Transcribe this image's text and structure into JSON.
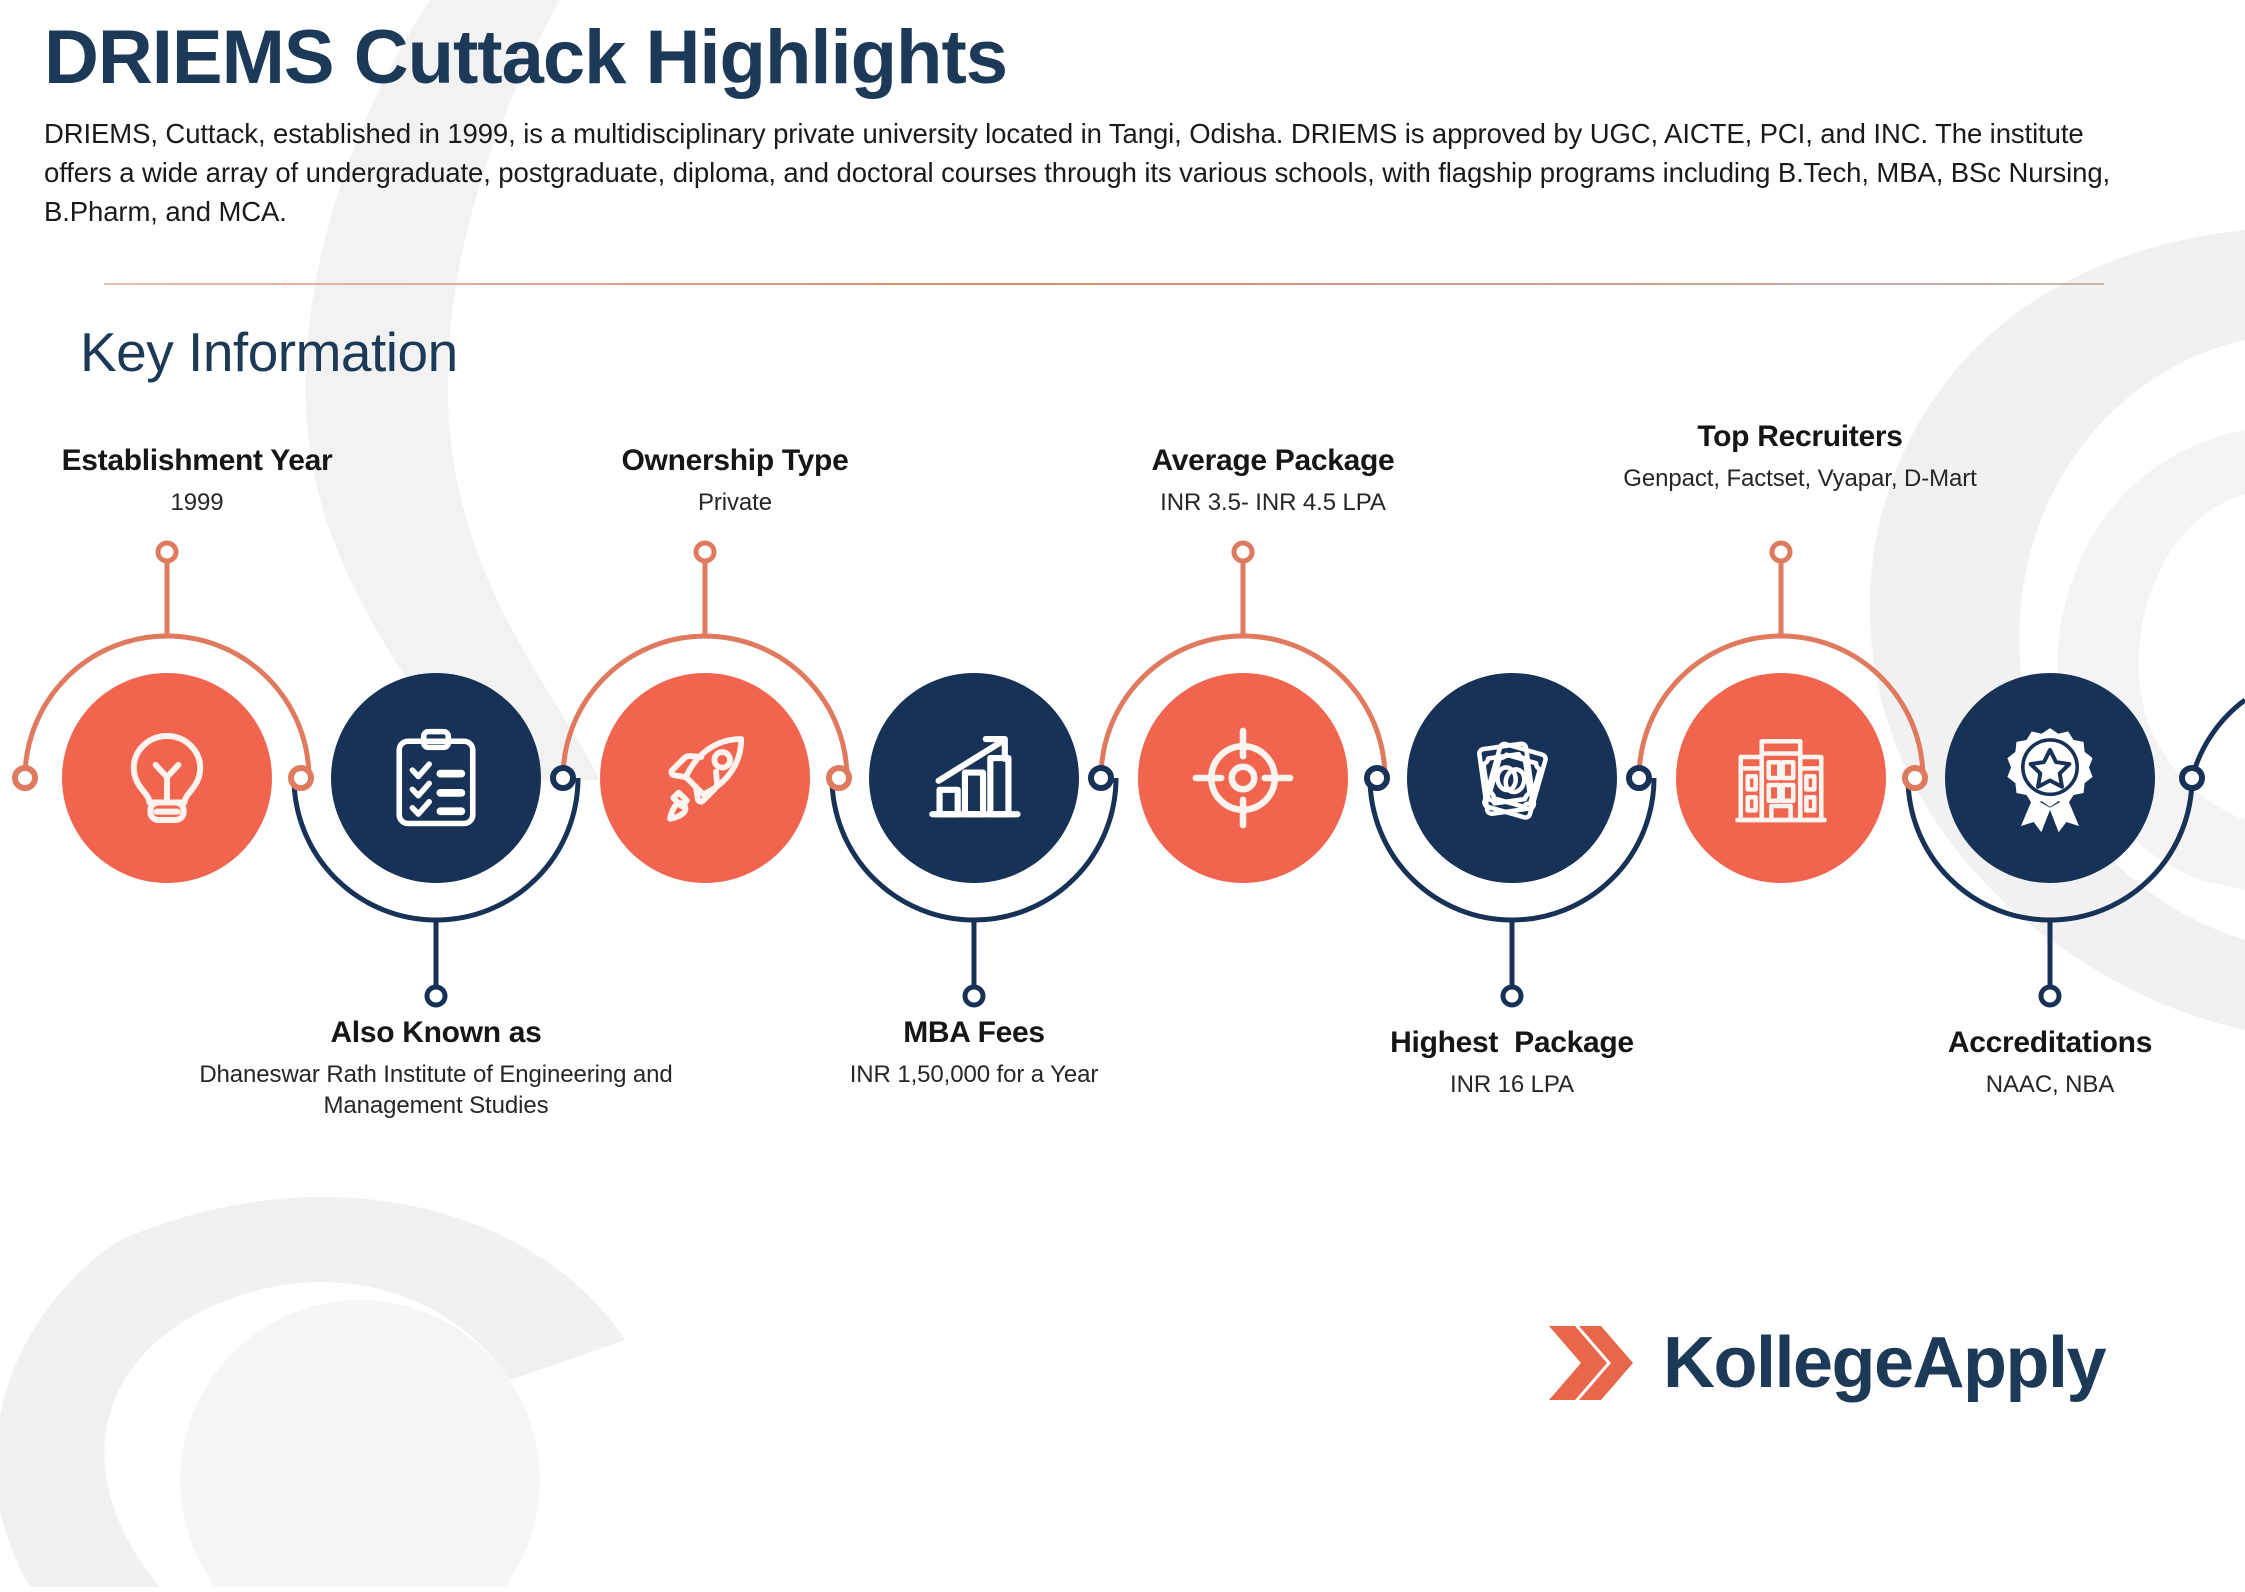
{
  "header": {
    "title": "DRIEMS Cuttack Highlights",
    "description": "DRIEMS, Cuttack, established in 1999, is a multidisciplinary private university located in Tangi, Odisha. DRIEMS is approved by UGC, AICTE, PCI, and INC. The institute offers a wide array of undergraduate, postgraduate, diploma, and doctoral courses through its various schools, with flagship programs including B.Tech, MBA, BSc Nursing, B.Pharm, and MCA.",
    "section_title": "Key Information"
  },
  "colors": {
    "navy": "#173256",
    "coral": "#f1654e",
    "title_navy": "#1c3a57",
    "text_dark": "#161616"
  },
  "timeline": {
    "items": [
      {
        "label": "Establishment Year",
        "value": "1999",
        "icon": "lightbulb-icon",
        "theme": "coral",
        "position": "above"
      },
      {
        "label": "Also Known as",
        "value": "Dhaneswar Rath Institute of Engineering and Management Studies",
        "icon": "clipboard-checklist-icon",
        "theme": "navy",
        "position": "below"
      },
      {
        "label": "Ownership Type",
        "value": "Private",
        "icon": "rocket-icon",
        "theme": "coral",
        "position": "above"
      },
      {
        "label": "MBA Fees",
        "value": "INR 1,50,000 for a Year",
        "icon": "bar-chart-growth-icon",
        "theme": "navy",
        "position": "below"
      },
      {
        "label": "Average Package",
        "value": "INR 3.5- INR 4.5 LPA",
        "icon": "target-icon",
        "theme": "coral",
        "position": "above"
      },
      {
        "label": "Highest  Package",
        "value": "INR 16 LPA",
        "icon": "money-notes-icon",
        "theme": "navy",
        "position": "below"
      },
      {
        "label": "Top Recruiters",
        "value": "Genpact, Factset, Vyapar, D-Mart",
        "icon": "building-icon",
        "theme": "coral",
        "position": "above"
      },
      {
        "label": "Accreditations",
        "value": "NAAC,  NBA",
        "icon": "award-badge-icon",
        "theme": "navy",
        "position": "below"
      }
    ]
  },
  "footer": {
    "brand": "KollegeApply",
    "logo_icon": "double-chevron-logo-icon"
  }
}
